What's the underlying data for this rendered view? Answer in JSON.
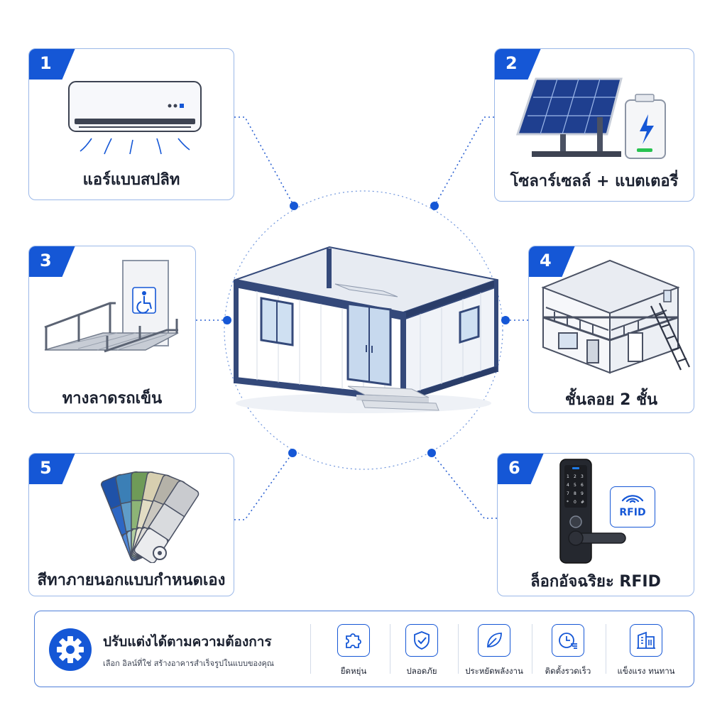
{
  "cards": [
    {
      "number": "1",
      "label": "แอร์แบบสปลิท",
      "icon": "air-conditioner-icon"
    },
    {
      "number": "2",
      "label": "โซลาร์เซลล์ + แบตเตอรี่",
      "icon": "solar-panel-battery-icon"
    },
    {
      "number": "3",
      "label": "ทางลาดรถเข็น",
      "icon": "wheelchair-ramp-icon"
    },
    {
      "number": "4",
      "label": "ชั้นลอย 2 ชั้น",
      "icon": "two-story-mezzanine-icon"
    },
    {
      "number": "5",
      "label": "สีทาภายนอกแบบกำหนดเอง",
      "icon": "color-swatch-fan-icon"
    },
    {
      "number": "6",
      "label": "ล็อกอัจฉริยะ RFID",
      "icon": "smart-lock-icon"
    }
  ],
  "rfid_tag": "RFID",
  "footer": {
    "title": "ปรับแต่งได้ตามความต้องการ",
    "subtitle": "เลือก อิลน์ที่ใช่ สร้างอาคารสำเร็จรูปในแบบของคุณ",
    "features": [
      {
        "label": "ยืดหยุ่น",
        "icon": "puzzle-icon"
      },
      {
        "label": "ปลอดภัย",
        "icon": "shield-check-icon"
      },
      {
        "label": "ประหยัดพลังงาน",
        "icon": "leaf-icon"
      },
      {
        "label": "ติดตั้งรวดเร็ว",
        "icon": "clock-speed-icon"
      },
      {
        "label": "แข็งแรง ทนทาน",
        "icon": "building-icon"
      }
    ]
  },
  "colors": {
    "accent": "#1557d6",
    "card_border": "#9bb8e8",
    "frame_navy": "#34497a"
  }
}
